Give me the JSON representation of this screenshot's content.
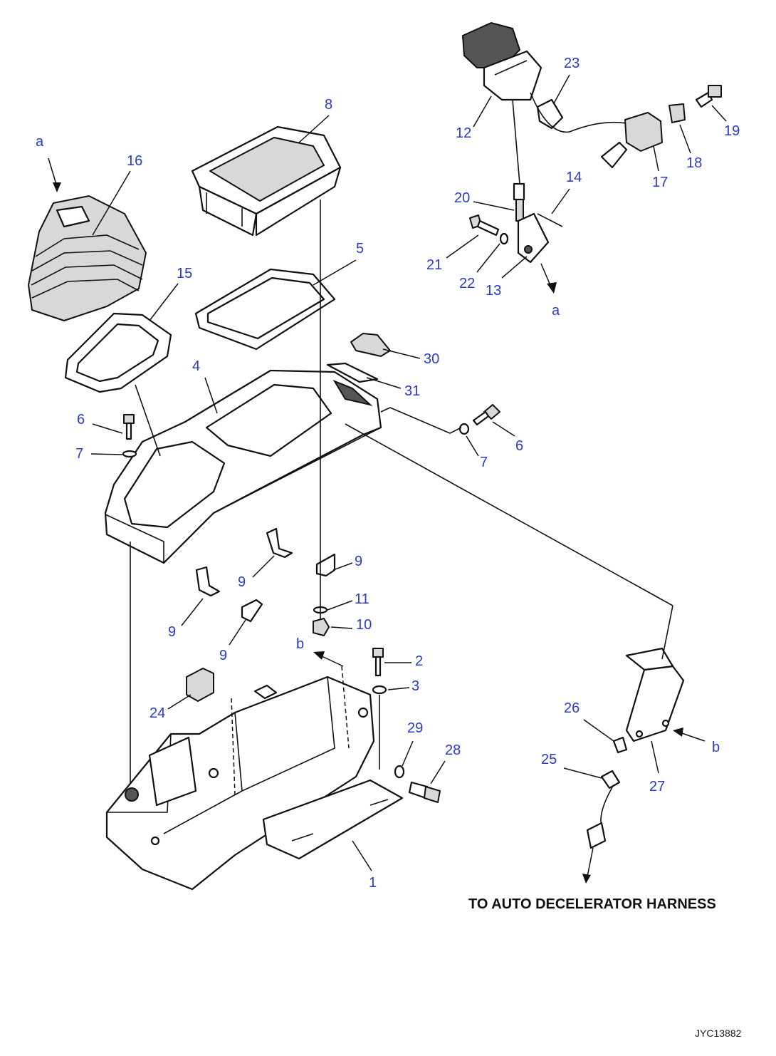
{
  "diagram": {
    "callouts": [
      {
        "id": "c16",
        "text": "16"
      },
      {
        "id": "c15",
        "text": "15"
      },
      {
        "id": "c8",
        "text": "8"
      },
      {
        "id": "c5",
        "text": "5"
      },
      {
        "id": "c4",
        "text": "4"
      },
      {
        "id": "c30",
        "text": "30"
      },
      {
        "id": "c31",
        "text": "31"
      },
      {
        "id": "c6a",
        "text": "6"
      },
      {
        "id": "c7a",
        "text": "7"
      },
      {
        "id": "c6b",
        "text": "6"
      },
      {
        "id": "c7b",
        "text": "7"
      },
      {
        "id": "c9a",
        "text": "9"
      },
      {
        "id": "c9b",
        "text": "9"
      },
      {
        "id": "c9c",
        "text": "9"
      },
      {
        "id": "c9d",
        "text": "9"
      },
      {
        "id": "c11",
        "text": "11"
      },
      {
        "id": "c10",
        "text": "10"
      },
      {
        "id": "c2",
        "text": "2"
      },
      {
        "id": "c3",
        "text": "3"
      },
      {
        "id": "c24",
        "text": "24"
      },
      {
        "id": "c29",
        "text": "29"
      },
      {
        "id": "c28",
        "text": "28"
      },
      {
        "id": "c1",
        "text": "1"
      },
      {
        "id": "c12",
        "text": "12"
      },
      {
        "id": "c23",
        "text": "23"
      },
      {
        "id": "c19",
        "text": "19"
      },
      {
        "id": "c18",
        "text": "18"
      },
      {
        "id": "c17",
        "text": "17"
      },
      {
        "id": "c14",
        "text": "14"
      },
      {
        "id": "c20",
        "text": "20"
      },
      {
        "id": "c21",
        "text": "21"
      },
      {
        "id": "c22",
        "text": "22"
      },
      {
        "id": "c13",
        "text": "13"
      },
      {
        "id": "c26",
        "text": "26"
      },
      {
        "id": "c25",
        "text": "25"
      },
      {
        "id": "c27",
        "text": "27"
      },
      {
        "id": "ca1",
        "text": "a"
      },
      {
        "id": "ca2",
        "text": "a"
      },
      {
        "id": "cb1",
        "text": "b"
      },
      {
        "id": "cb2",
        "text": "b"
      }
    ],
    "caption": "TO AUTO DECELERATOR HARNESS",
    "drawing_code": "JYC13882",
    "label_color": "#2a3ad0"
  }
}
